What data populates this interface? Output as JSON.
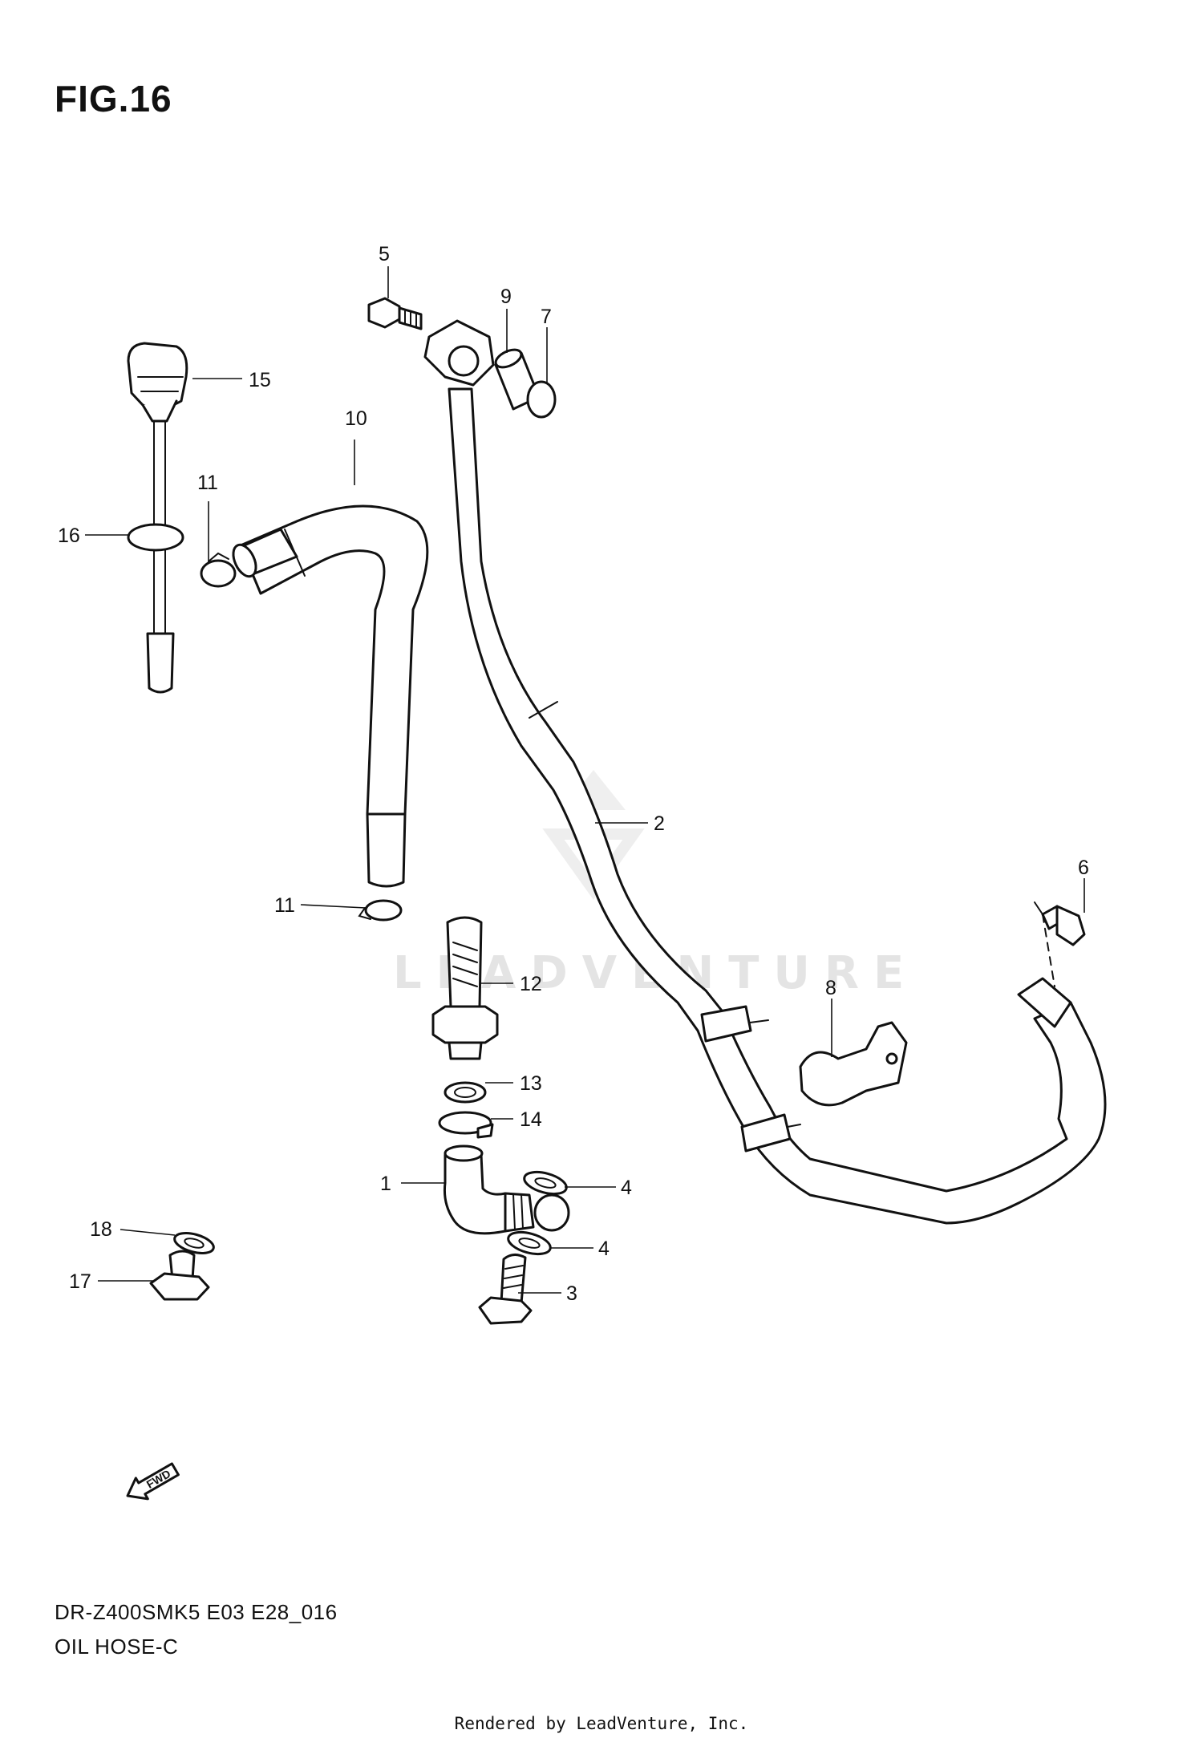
{
  "figure_title": "FIG.16",
  "watermark": "LEADVENTURE",
  "callouts": [
    "1",
    "2",
    "3",
    "4",
    "4",
    "5",
    "6",
    "7",
    "8",
    "9",
    "10",
    "11",
    "11",
    "12",
    "13",
    "14",
    "15",
    "16",
    "17",
    "18"
  ],
  "fwd_label": "FWD",
  "diagram_code": "DR-Z400SMK5 E03 E28_016",
  "diagram_subtitle": "OIL HOSE-C",
  "footer": "Rendered by LeadVenture, Inc."
}
